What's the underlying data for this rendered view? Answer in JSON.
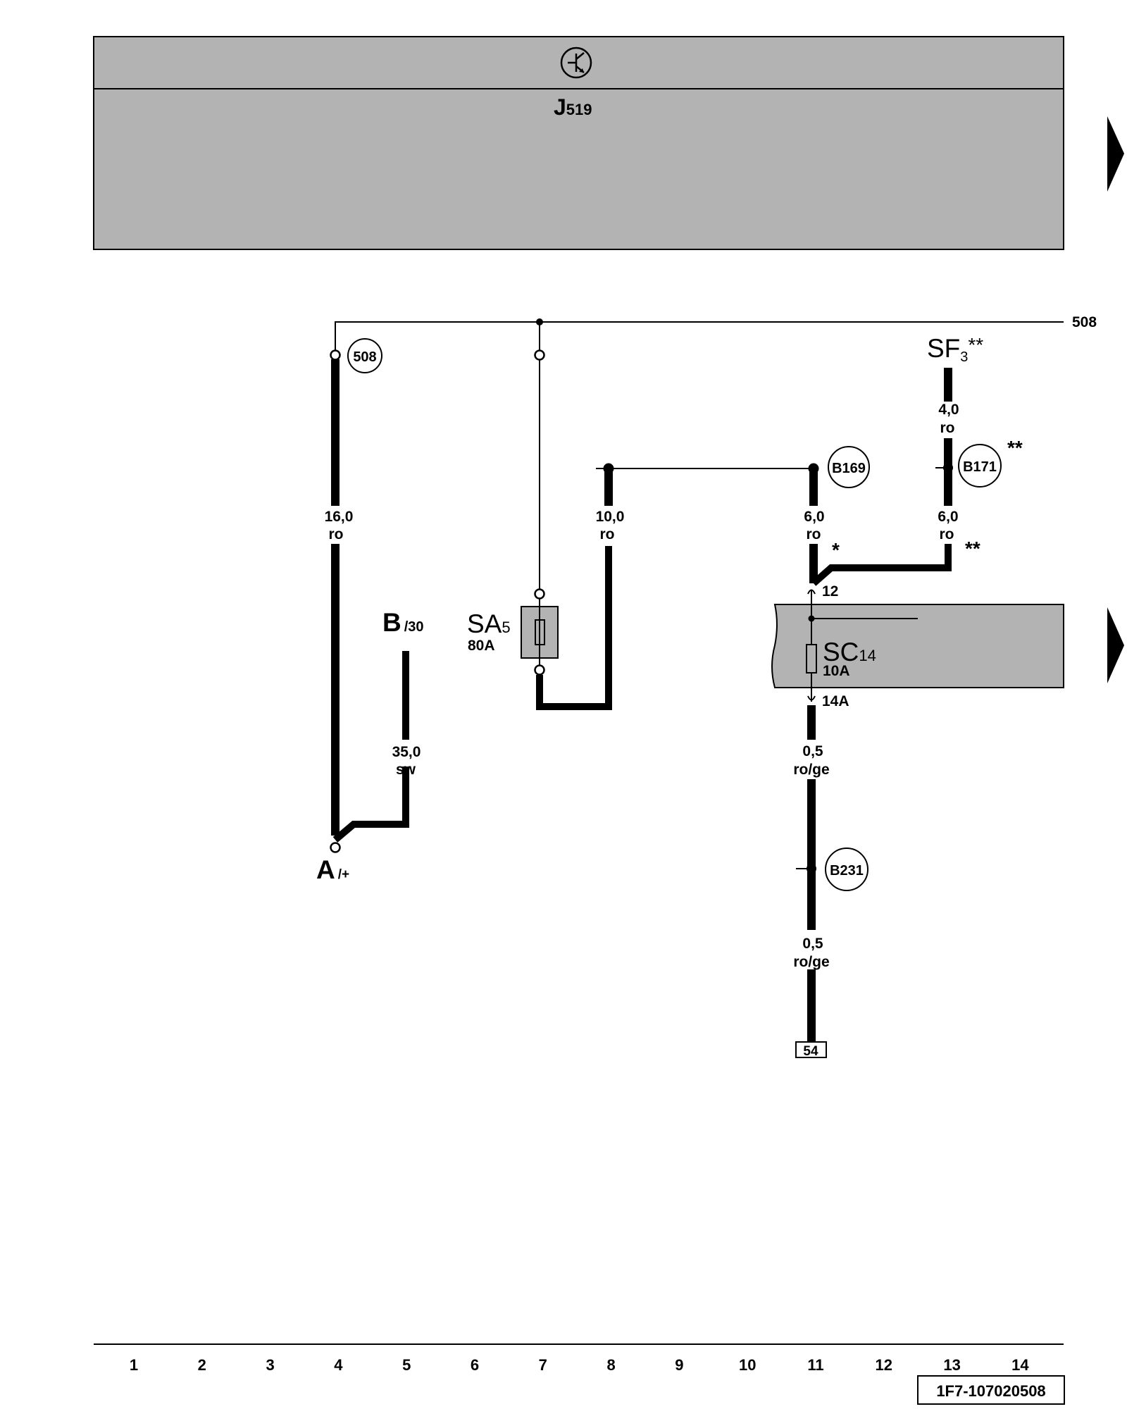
{
  "header": {
    "module_main": "J",
    "module_sub": "519",
    "module_icon": "transistor-symbol-icon"
  },
  "connection_ref": "508",
  "components": {
    "battery": {
      "main": "A",
      "sub": "/+"
    },
    "starter": {
      "main": "B",
      "sub": "/30"
    },
    "fuse_sa": {
      "main": "SA",
      "sub": "5",
      "rating": "80A"
    },
    "fuse_sc": {
      "main": "SC",
      "sub": "14",
      "rating": "10A",
      "pin_in": "12",
      "pin_out": "14A"
    },
    "fuse_sf": {
      "main": "SF",
      "sub": "3",
      "note": "**"
    }
  },
  "connectors": {
    "c508": "508",
    "b169": "B169",
    "b171": "B171",
    "b231": "B231"
  },
  "wires": {
    "w1": {
      "size": "16,0",
      "color": "ro"
    },
    "w2": {
      "size": "35,0",
      "color": "sw"
    },
    "w3": {
      "size": "10,0",
      "color": "ro"
    },
    "w4": {
      "size": "6,0",
      "color": "ro"
    },
    "w5": {
      "size": "4,0",
      "color": "ro"
    },
    "w6": {
      "size": "6,0",
      "color": "ro"
    },
    "w7": {
      "size": "0,5",
      "color": "ro/ge"
    },
    "w8": {
      "size": "0,5",
      "color": "ro/ge"
    }
  },
  "notes": {
    "single": "*",
    "double": "**"
  },
  "terminal": "54",
  "track_numbers": [
    "1",
    "2",
    "3",
    "4",
    "5",
    "6",
    "7",
    "8",
    "9",
    "10",
    "11",
    "12",
    "13",
    "14"
  ],
  "diagram_code": "1F7-107020508"
}
